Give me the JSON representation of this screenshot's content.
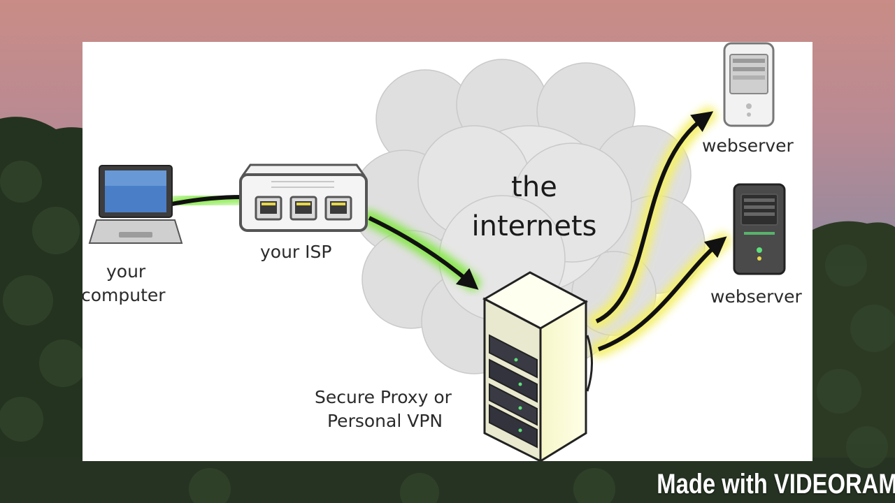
{
  "diagram": {
    "nodes": {
      "computer": {
        "label_line1": "your",
        "label_line2": "computer"
      },
      "isp": {
        "label": "your ISP"
      },
      "cloud": {
        "label_line1": "the",
        "label_line2": "internets"
      },
      "proxy": {
        "label_line1": "Secure Proxy or",
        "label_line2": "Personal VPN"
      },
      "webserver_top": {
        "label": "webserver"
      },
      "webserver_bottom": {
        "label": "webserver"
      }
    },
    "colors": {
      "glow_green": "#7ee83a",
      "glow_yellow": "#f4f06a",
      "arrow": "#111111",
      "cloud": "#d9d9d9"
    }
  },
  "watermark": {
    "text": "Made with VIDEORAMA"
  }
}
